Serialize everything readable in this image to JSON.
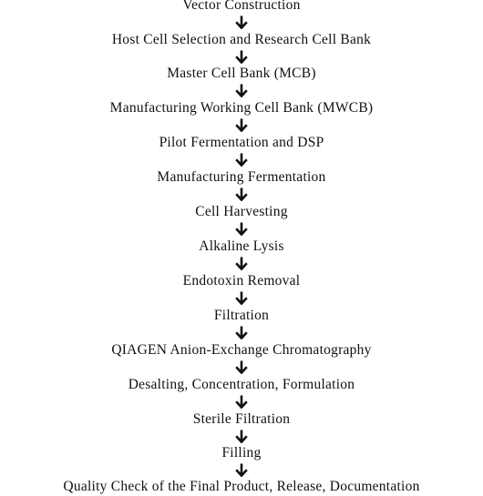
{
  "diagram": {
    "steps": [
      "Vector Construction",
      "Host Cell Selection and Research Cell Bank",
      "Master Cell Bank (MCB)",
      "Manufacturing Working Cell Bank (MWCB)",
      "Pilot Fermentation and DSP",
      "Manufacturing Fermentation",
      "Cell Harvesting",
      "Alkaline Lysis",
      "Endotoxin Removal",
      "Filtration",
      "QIAGEN Anion-Exchange Chromatography",
      "Desalting, Concentration, Formulation",
      "Sterile Filtration",
      "Filling",
      "Quality Check of the Final Product, Release, Documentation"
    ],
    "arrow_icon": "down-arrow-icon",
    "text_color": "#111111"
  }
}
